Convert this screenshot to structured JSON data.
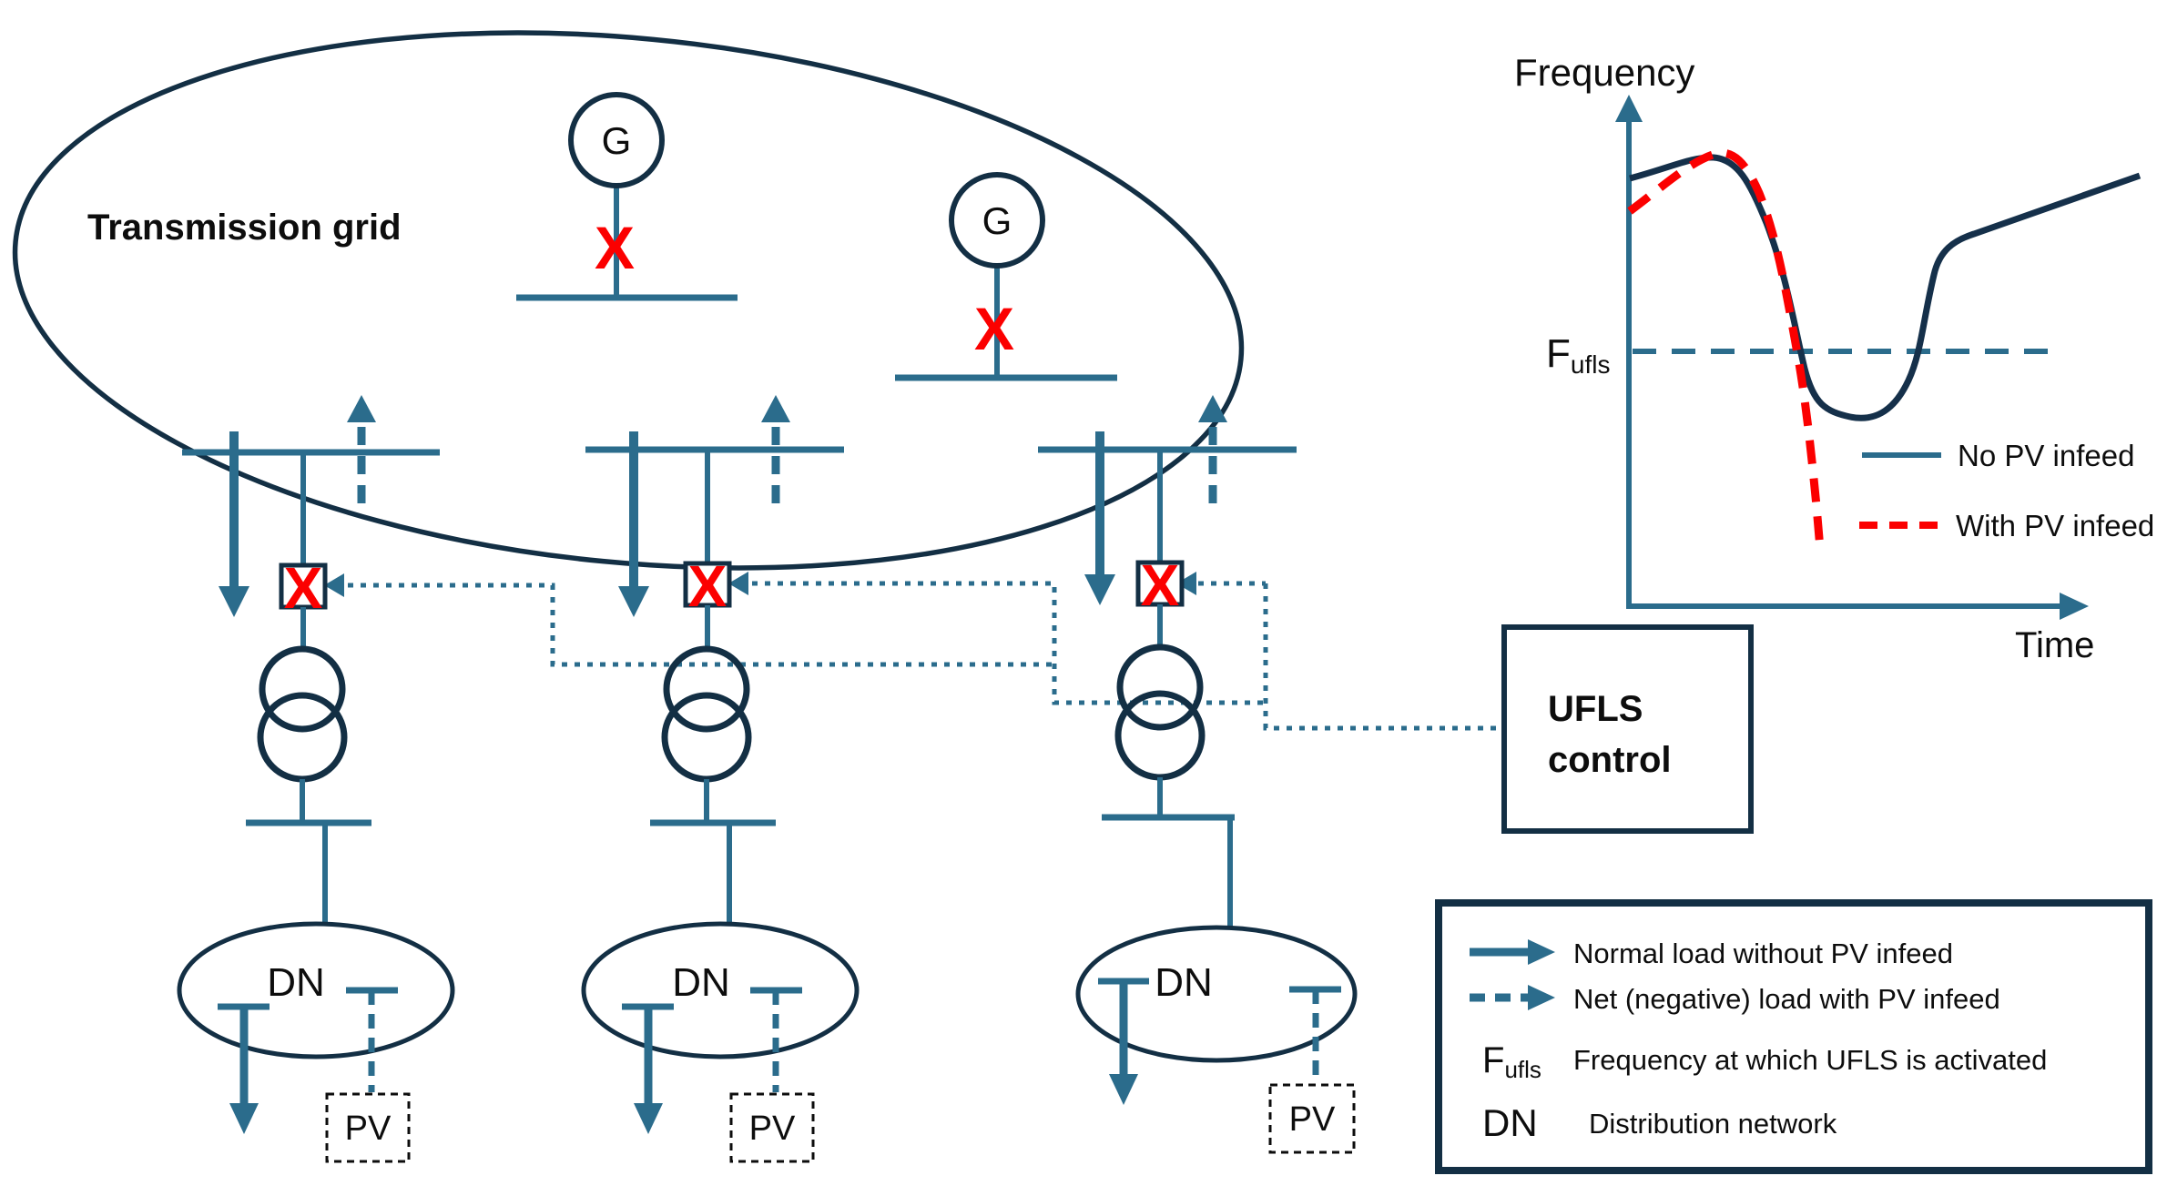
{
  "title": "Transmission grid",
  "generators": [
    {
      "label": "G",
      "fault_mark": "X"
    },
    {
      "label": "G",
      "fault_mark": "X"
    }
  ],
  "feeders": [
    {
      "breaker_mark": "X",
      "dn_label": "DN",
      "pv_label": "PV"
    },
    {
      "breaker_mark": "X",
      "dn_label": "DN",
      "pv_label": "PV"
    },
    {
      "breaker_mark": "X",
      "dn_label": "DN",
      "pv_label": "PV"
    }
  ],
  "ufls_box": {
    "line1": "UFLS",
    "line2": "control"
  },
  "chart": {
    "y_axis_label": "Frequency",
    "x_axis_label": "Time",
    "threshold_main": "F",
    "threshold_sub": "ufls",
    "legend": [
      {
        "label": "No PV infeed"
      },
      {
        "label": "With PV  infeed"
      }
    ]
  },
  "chart_data": {
    "type": "line",
    "title": "",
    "xlabel": "Time",
    "ylabel": "Frequency",
    "grid": false,
    "legend_position": "lower right",
    "threshold_line": {
      "label": "F_ufls",
      "style": "dashed",
      "color": "#2b6c8c",
      "y": 0.45
    },
    "x_range_relative": [
      0,
      10
    ],
    "y_range_relative": [
      0,
      1
    ],
    "series": [
      {
        "name": "No PV infeed",
        "style": "solid",
        "color": "#15304a",
        "points_relative": [
          [
            0,
            0.82
          ],
          [
            1.6,
            0.86
          ],
          [
            2.6,
            0.72
          ],
          [
            3.2,
            0.45
          ],
          [
            3.8,
            0.33
          ],
          [
            4.6,
            0.325
          ],
          [
            5.4,
            0.4
          ],
          [
            5.8,
            0.45
          ],
          [
            6.1,
            0.64
          ],
          [
            6.4,
            0.71
          ],
          [
            9.8,
            0.825
          ]
        ]
      },
      {
        "name": "With PV  infeed",
        "style": "dashed",
        "color": "#fb0000",
        "points_relative": [
          [
            0,
            0.76
          ],
          [
            1.7,
            0.87
          ],
          [
            2.6,
            0.7
          ],
          [
            3.2,
            0.45
          ],
          [
            3.5,
            0.3
          ],
          [
            3.8,
            0.13
          ],
          [
            4.0,
            0.02
          ]
        ],
        "note": "falls below UFLS threshold and keeps dropping"
      }
    ]
  },
  "legend_box": {
    "rows": [
      {
        "symbol": "solid-arrow",
        "text": "Normal load without PV infeed"
      },
      {
        "symbol": "dashed-arrow",
        "text": "Net (negative) load with PV infeed"
      },
      {
        "symbol_main": "F",
        "symbol_sub": "ufls",
        "text": "Frequency at which UFLS is activated"
      },
      {
        "symbol": "DN",
        "text": "Distribution network"
      }
    ],
    "dn_symbol": "DN"
  },
  "colors": {
    "line_teal": "#2b6c8c",
    "outline_navy": "#132f44",
    "curve_navy": "#15304a",
    "fault_red": "#fb0000",
    "text_black": "#0d0d0d",
    "background": "#ffffff"
  }
}
